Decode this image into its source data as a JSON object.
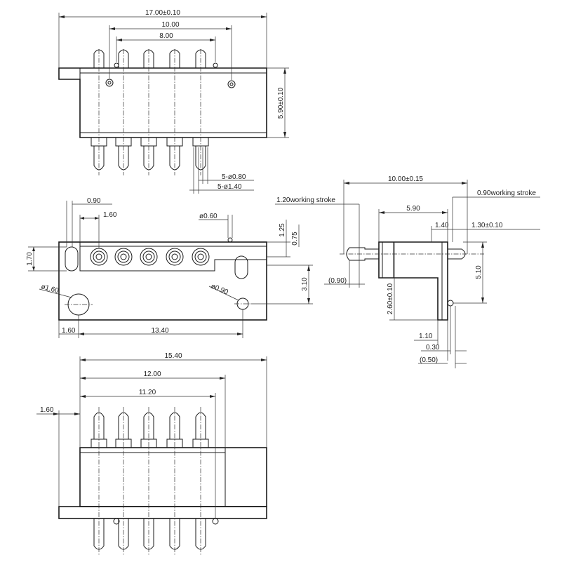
{
  "top_view": {
    "overall_width": "17.00±0.10",
    "outer_pin_span": "10.00",
    "inner_pin_span": "8.00",
    "height": "5.90±0.10",
    "pin_tip_dia": "5-ø0.80",
    "pin_body_dia": "5-ø1.40"
  },
  "front_view": {
    "slot_offset": "0.90",
    "first_pin_offset": "1.60",
    "small_hole_dia": "ø0.60",
    "dim_1_25": "1.25",
    "dim_0_75": "0.75",
    "slot_height": "1.70",
    "dim_3_10": "3.10",
    "large_hole_dia": "ø1.60",
    "mount_hole_dia": "ø0.90",
    "left_margin": "1.60",
    "hole_spacing": "13.40"
  },
  "side_view": {
    "total_length": "10.00±0.15",
    "working_stroke_left": "1.20working stroke",
    "working_stroke_right": "0.90working stroke",
    "dim_5_90": "5.90",
    "dim_1_40": "1.40",
    "dim_1_30": "1.30±0.10",
    "dim_0_90_ref": "(0.90)",
    "dim_2_60": "2.60±0.10",
    "dim_5_10": "5.10",
    "dim_1_10": "1.10",
    "dim_0_30": "0.30",
    "dim_0_50_ref": "(0.50)"
  },
  "bottom_view": {
    "width": "15.40",
    "dim_12_00": "12.00",
    "dim_11_20": "11.20",
    "left_offset": "1.60"
  }
}
